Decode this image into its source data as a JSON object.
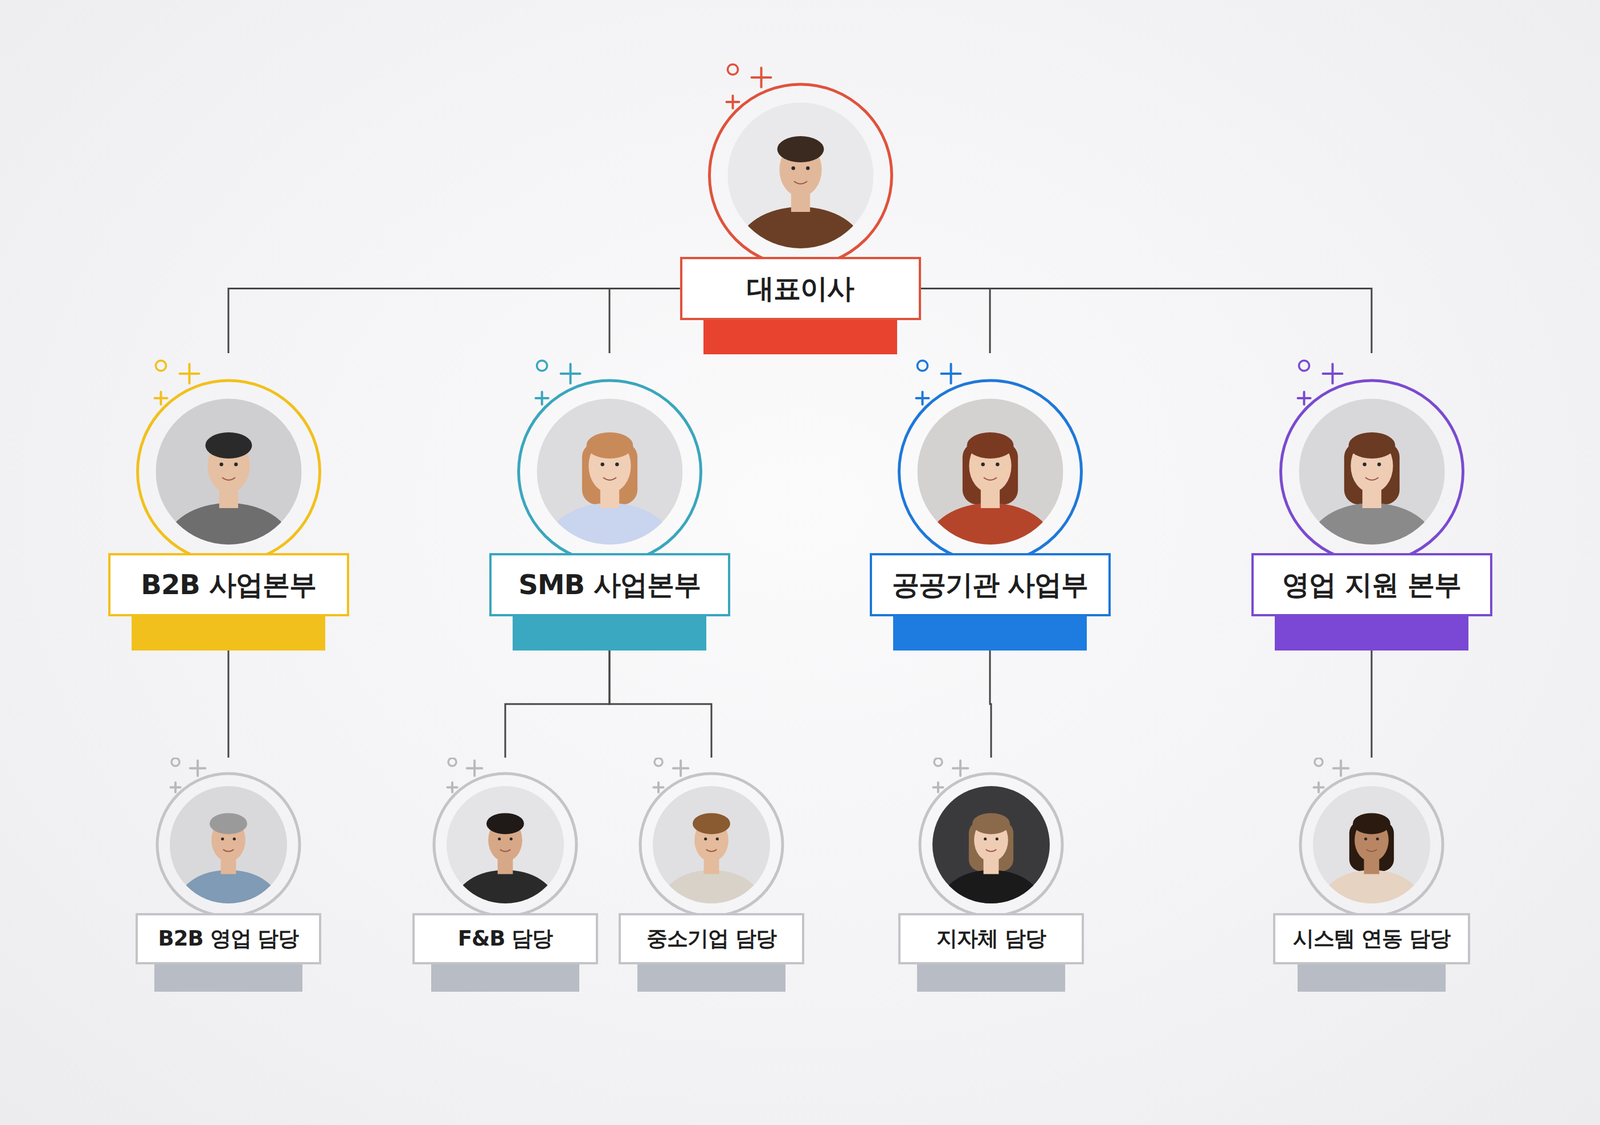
{
  "diagram": {
    "nodes": [
      {
        "text": [
          "대표이사"
        ]
      },
      {
        "text": [
          "B2B 사업본부"
        ]
      },
      {
        "text": [
          "SMB 사업본부"
        ]
      },
      {
        "text": [
          "공공기관 사업부"
        ]
      },
      {
        "text": [
          "영업 지원 본부"
        ]
      },
      {
        "text": [
          "B2B 영업 담당"
        ]
      },
      {
        "text": [
          "F&B 담당"
        ]
      },
      {
        "text": [
          "중소기업 담당"
        ]
      },
      {
        "text": [
          "지자체 담당"
        ]
      },
      {
        "text": [
          "시스템 연동 담당"
        ]
      }
    ],
    "edges": [
      {
        "from": 0,
        "to": 1,
        "arrow": "none"
      },
      {
        "from": 0,
        "to": 2,
        "arrow": "none"
      },
      {
        "from": 0,
        "to": 3,
        "arrow": "none"
      },
      {
        "from": 0,
        "to": 4,
        "arrow": "none"
      },
      {
        "from": 1,
        "to": 5,
        "arrow": "none"
      },
      {
        "from": 2,
        "to": 6,
        "arrow": "none"
      },
      {
        "from": 2,
        "to": 7,
        "arrow": "none"
      },
      {
        "from": 3,
        "to": 8,
        "arrow": "none"
      },
      {
        "from": 4,
        "to": 9,
        "arrow": "none"
      }
    ]
  }
}
